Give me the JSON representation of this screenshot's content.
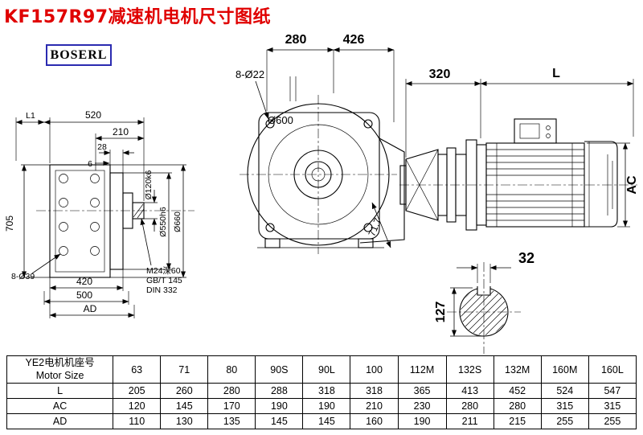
{
  "page": {
    "title": "KF157R97减速机电机尺寸图纸",
    "logo": "BOSERL"
  },
  "drawing": {
    "front": {
      "dim_280": "280",
      "dim_426": "426",
      "holes": "8-Ø22",
      "flange_dia": "Ø600",
      "dim_angle": "71.7"
    },
    "motor": {
      "dim_320": "320",
      "dim_l": "L",
      "dim_ac": "AC"
    },
    "side": {
      "dim_l1": "L1",
      "dim_520": "520",
      "dim_210": "210",
      "dim_28": "28",
      "dim_6": "6",
      "dim_705": "705",
      "dim_420": "420",
      "dim_500": "500",
      "dim_ad": "AD",
      "holes": "8-Ø39",
      "shaft_dia": "Ø120k6",
      "spigot_dia": "Ø550h6",
      "flange_dia": "Ø660",
      "tap_note": "M24深60",
      "std_1": "GB/T 145",
      "std_2": "DIN 332"
    },
    "section": {
      "dim_32": "32",
      "dim_127": "127"
    }
  },
  "table": {
    "header_cn": "YE2电机机座号",
    "header_en": "Motor Size",
    "columns": [
      "63",
      "71",
      "80",
      "90S",
      "90L",
      "100",
      "112M",
      "132S",
      "132M",
      "160M",
      "160L"
    ],
    "rows": [
      {
        "label": "L",
        "values": [
          "205",
          "260",
          "280",
          "288",
          "318",
          "318",
          "365",
          "413",
          "452",
          "524",
          "547"
        ]
      },
      {
        "label": "AC",
        "values": [
          "120",
          "145",
          "170",
          "190",
          "190",
          "210",
          "230",
          "280",
          "280",
          "315",
          "315"
        ]
      },
      {
        "label": "AD",
        "values": [
          "110",
          "130",
          "135",
          "145",
          "145",
          "160",
          "190",
          "211",
          "215",
          "255",
          "255"
        ]
      }
    ]
  }
}
